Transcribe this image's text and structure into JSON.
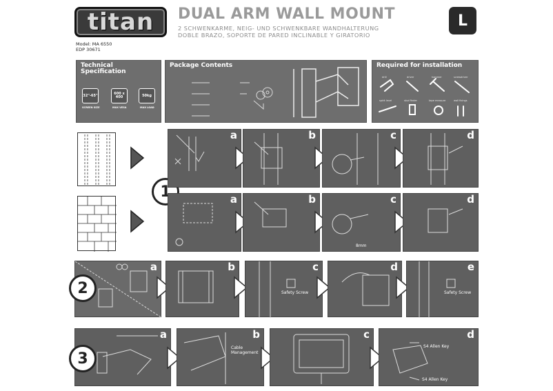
{
  "header": {
    "logo": "titan",
    "title": "DUAL ARM WALL MOUNT",
    "subtitle_line1": "2 SCHWENKARME, NEIG- UND SCHWENKBARE WANDHALTERUNG",
    "subtitle_line2": "DOBLE BRAZO, SOPORTE DE PARED INCLINABLE Y GIRATORIO",
    "size": "L",
    "model": "Model: MA 6550",
    "edp": "EDP 30671"
  },
  "tech_spec": {
    "title_line1": "Technical",
    "title_line2": "Specification",
    "items": [
      {
        "icon": "32\"-65\"",
        "label": "SCREEN SIZE"
      },
      {
        "icon": "600 x 400",
        "label": "MAX VESA"
      },
      {
        "icon": "50kg",
        "label": "MAX LOAD"
      }
    ]
  },
  "package": {
    "title": "Package Contents"
  },
  "required": {
    "title": "Required for installation",
    "tools": [
      "drill",
      "driver",
      "hammer",
      "screwdriver",
      "spirit level",
      "stud finder",
      "tape measure",
      "wall fixings"
    ]
  },
  "steps": {
    "one": "1",
    "two": "2",
    "three": "3",
    "letters": [
      "a",
      "b",
      "c",
      "d",
      "e"
    ],
    "safety_screw": "Safety Screw",
    "cable_management": "Cable Management",
    "allen_key": "S4 Allen Key",
    "drill_size": "8mm"
  }
}
